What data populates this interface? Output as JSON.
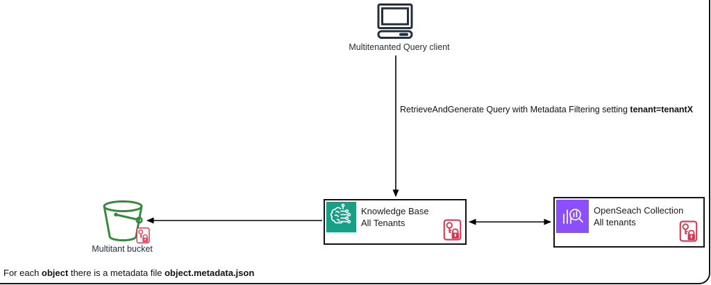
{
  "diagram": {
    "client": {
      "label": "Multitenanted Query client",
      "icon": "desktop-computer-icon"
    },
    "query_label": {
      "text": "RetrieveAndGenerate Query with Metadata Filtering setting ",
      "bold": "tenant=tenantX"
    },
    "knowledge_base": {
      "title": "Knowledge Base",
      "subtitle": "All Tenants",
      "icon": "bedrock-knowledge-base-icon",
      "badge_icon": "key-lock-icon"
    },
    "opensearch": {
      "title": "OpenSeach Collection",
      "subtitle": "All tenants",
      "icon": "opensearch-collection-icon",
      "badge_icon": "key-lock-icon"
    },
    "bucket": {
      "label": "Multitant bucket",
      "icon": "s3-bucket-icon",
      "badge_icon": "key-lock-icon"
    },
    "footnote": {
      "text1": "For each ",
      "bold1": "object",
      "text2": " there is a metadata file ",
      "bold2": "object.metadata.json"
    },
    "colors": {
      "navy": "#232F3E",
      "teal": "#17A086",
      "purple": "#8C4FFF",
      "red": "#DD344C",
      "green": "#348A3A",
      "line": "#000000"
    }
  }
}
